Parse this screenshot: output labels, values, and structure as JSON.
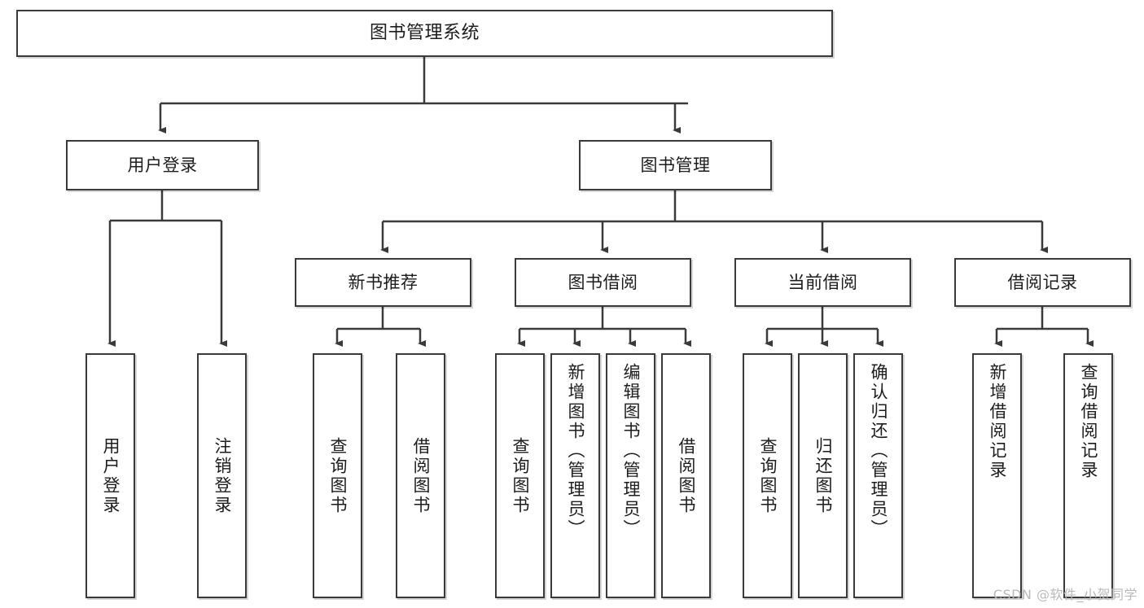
{
  "diagram": {
    "title": "图书管理系统",
    "type": "tree",
    "watermark": "CSDN @软件_小贺同学",
    "colors": {
      "stroke": "#3a3a3a",
      "fill": "#ffffff",
      "text": "#1c1c1c",
      "watermark": "#b9b9b9"
    },
    "nodes": {
      "root": {
        "label": "图书管理系统"
      },
      "level2": [
        {
          "id": "user-login",
          "label": "用户登录"
        },
        {
          "id": "book-manage",
          "label": "图书管理"
        }
      ],
      "level3": [
        {
          "id": "new-book-recommend",
          "label": "新书推荐"
        },
        {
          "id": "book-borrow",
          "label": "图书借阅"
        },
        {
          "id": "current-borrow",
          "label": "当前借阅"
        },
        {
          "id": "borrow-record",
          "label": "借阅记录"
        }
      ],
      "leaves": {
        "user_login": [
          {
            "id": "leaf-user-login",
            "label": "用户登录"
          },
          {
            "id": "leaf-logout",
            "label": "注销登录"
          }
        ],
        "new_book_recommend": [
          {
            "id": "leaf-query-book-1",
            "label": "查询图书"
          },
          {
            "id": "leaf-borrow-book-1",
            "label": "借阅图书"
          }
        ],
        "book_borrow": [
          {
            "id": "leaf-query-book-2",
            "label": "查询图书"
          },
          {
            "id": "leaf-add-book",
            "label": "新增图书（管理员）"
          },
          {
            "id": "leaf-edit-book",
            "label": "编辑图书（管理员）"
          },
          {
            "id": "leaf-borrow-book-2",
            "label": "借阅图书"
          }
        ],
        "current_borrow": [
          {
            "id": "leaf-query-book-3",
            "label": "查询图书"
          },
          {
            "id": "leaf-return-book",
            "label": "归还图书"
          },
          {
            "id": "leaf-confirm-return",
            "label": "确认归还（管理员）"
          }
        ],
        "borrow_record": [
          {
            "id": "leaf-add-record",
            "label": "新增借阅记录"
          },
          {
            "id": "leaf-query-record",
            "label": "查询借阅记录"
          }
        ]
      }
    }
  }
}
